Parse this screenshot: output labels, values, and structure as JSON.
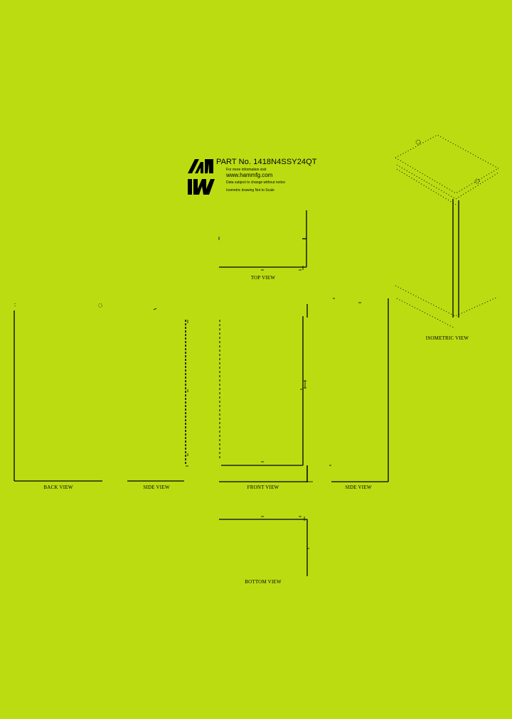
{
  "colors": {
    "background": "#bcdc12",
    "line": "#000000"
  },
  "title_block": {
    "logo": "hammond-mfg-logo",
    "part_no_label": "PART No.",
    "part_no_value": "1418N4SSY24QT",
    "part_no_full": "PART No.  1418N4SSY24QT",
    "more_info": "For more information visit",
    "website": "www.hammfg.com",
    "disclaimer": "Data subject to change without notice",
    "scale_note": "Isometric drawing Not to Scale"
  },
  "views": {
    "top": "TOP VIEW",
    "isometric": "ISOMETRIC VIEW",
    "back": "BACK VIEW",
    "side_left": "SIDE VIEW",
    "front": "FRONT VIEW",
    "side_right": "SIDE VIEW",
    "bottom": "BOTTOM VIEW"
  }
}
